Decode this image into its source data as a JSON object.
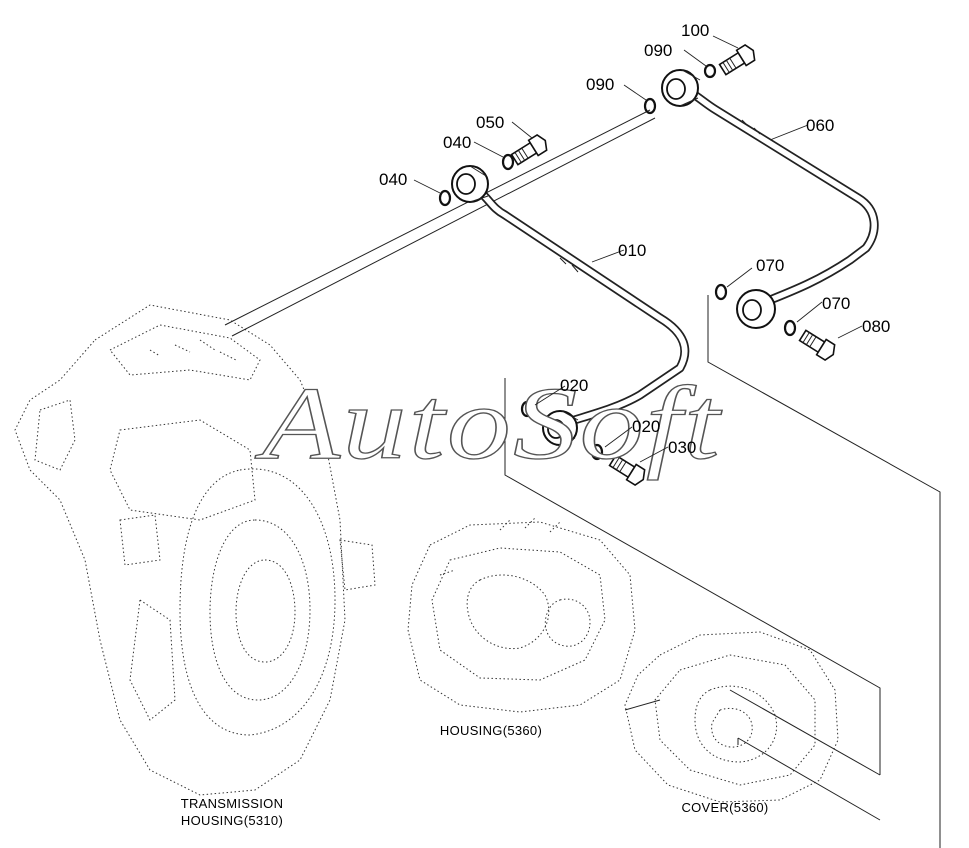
{
  "watermark": "AutoSoft",
  "callouts": {
    "c100": "100",
    "c090_top": "090",
    "c090_mid": "090",
    "c050": "050",
    "c040_upper": "040",
    "c040_lower": "040",
    "c060": "060",
    "c010": "010",
    "c070_left": "070",
    "c070_right": "070",
    "c080": "080",
    "c020_upper": "020",
    "c020_lower": "020",
    "c030": "030"
  },
  "captions": {
    "transmission_line1": "TRANSMISSION",
    "transmission_line2": "HOUSING(5310)",
    "housing": "HOUSING(5360)",
    "cover": "COVER(5360)"
  }
}
